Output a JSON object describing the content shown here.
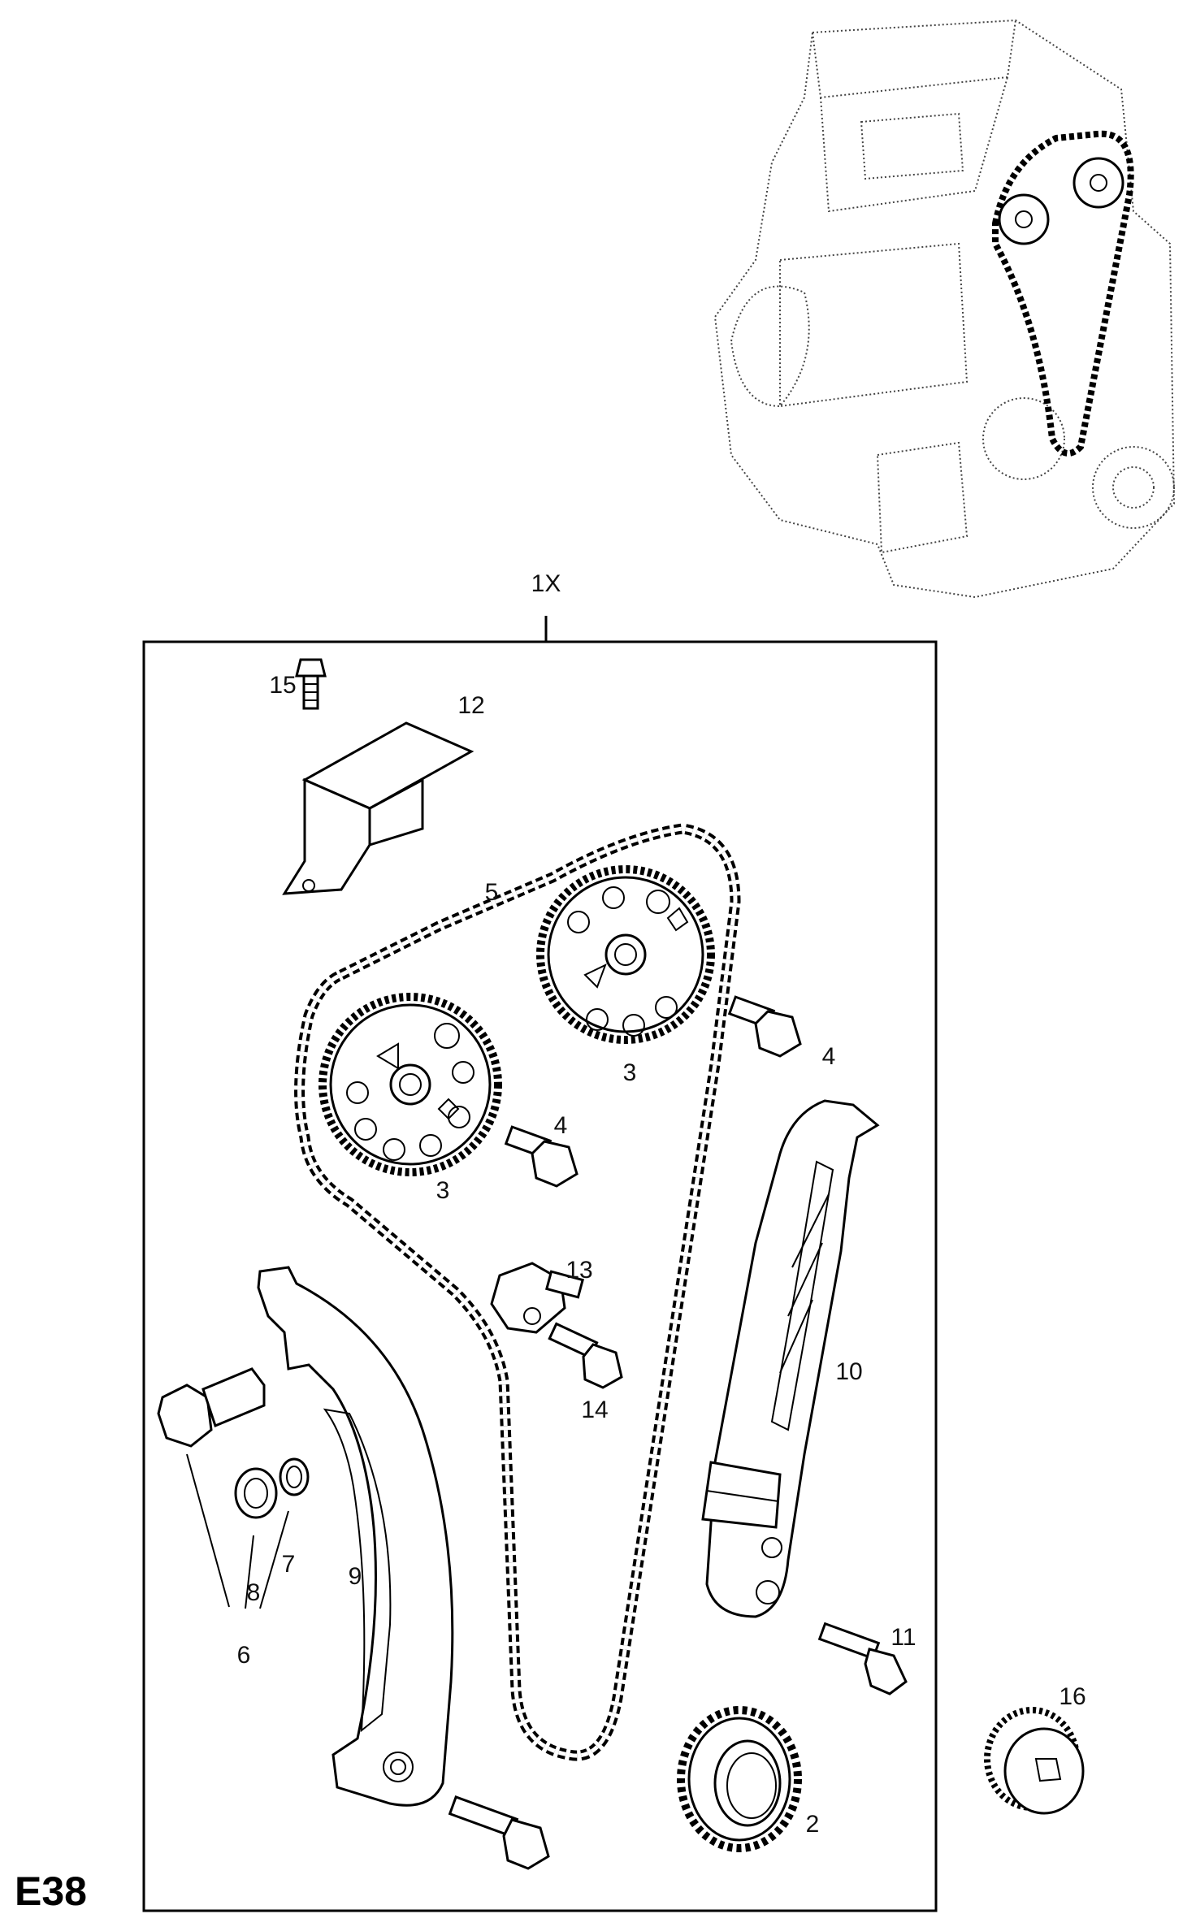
{
  "page": {
    "title": "E38",
    "group_label": "1X"
  },
  "callouts": {
    "c2": "2",
    "c3a": "3",
    "c3b": "3",
    "c4a": "4",
    "c4b": "4",
    "c5": "5",
    "c6": "6",
    "c7": "7",
    "c8": "8",
    "c9": "9",
    "c10": "10",
    "c11": "11",
    "c12": "12",
    "c13": "13",
    "c14": "14",
    "c15": "15",
    "c16": "16"
  }
}
